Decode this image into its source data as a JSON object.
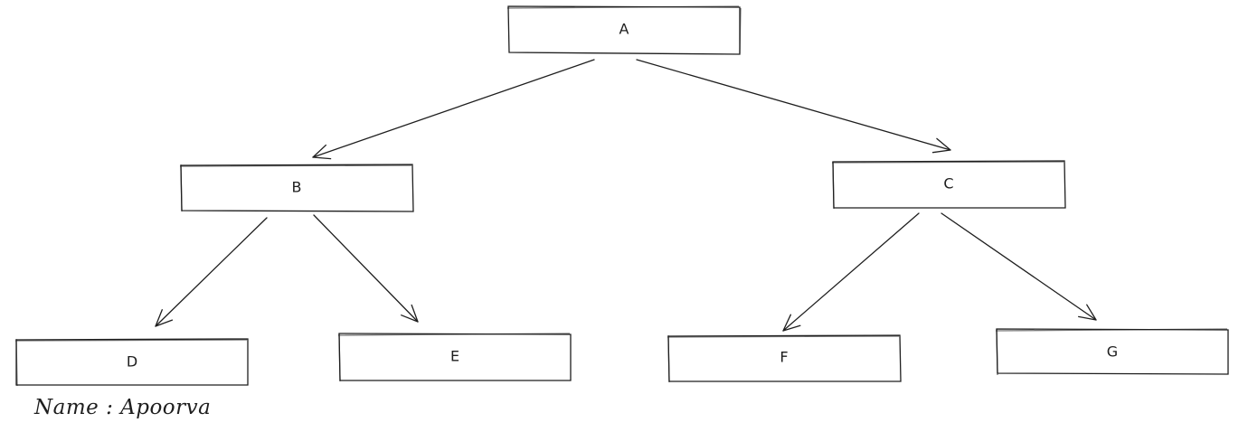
{
  "diagram": {
    "type": "tree",
    "nodes": [
      {
        "id": "A",
        "label": "A"
      },
      {
        "id": "B",
        "label": "B"
      },
      {
        "id": "C",
        "label": "C"
      },
      {
        "id": "D",
        "label": "D"
      },
      {
        "id": "E",
        "label": "E"
      },
      {
        "id": "F",
        "label": "F"
      },
      {
        "id": "G",
        "label": "G"
      }
    ],
    "edges": [
      {
        "from": "A",
        "to": "B"
      },
      {
        "from": "A",
        "to": "C"
      },
      {
        "from": "B",
        "to": "D"
      },
      {
        "from": "B",
        "to": "E"
      },
      {
        "from": "C",
        "to": "F"
      },
      {
        "from": "C",
        "to": "G"
      }
    ],
    "stroke_color": "#1e1e1e"
  },
  "note": "Name : Apoorva"
}
